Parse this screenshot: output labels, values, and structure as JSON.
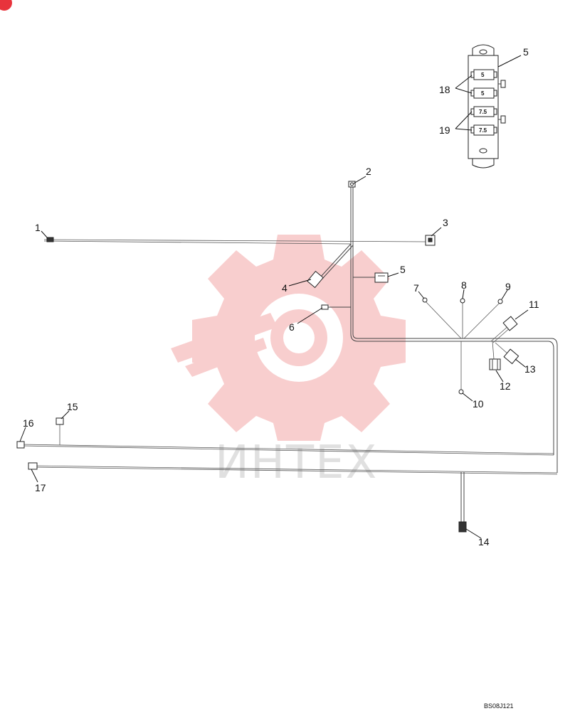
{
  "callouts": {
    "c1": "1",
    "c2": "2",
    "c3": "3",
    "c4": "4",
    "c5a": "5",
    "c5b": "5",
    "c6": "6",
    "c7": "7",
    "c8": "8",
    "c9": "9",
    "c10": "10",
    "c11": "11",
    "c12": "12",
    "c13": "13",
    "c14": "14",
    "c15": "15",
    "c16": "16",
    "c17": "17",
    "c18": "18",
    "c19": "19"
  },
  "fuses": {
    "f1": "5",
    "f2": "5",
    "f3": "7.5",
    "f4": "7.5"
  },
  "watermark": {
    "text": "ИНТЕХ",
    "color": "#f08080"
  },
  "figure_code": "BS08J121",
  "colors": {
    "corner_badge": "#e8333c",
    "line": "#444444"
  }
}
